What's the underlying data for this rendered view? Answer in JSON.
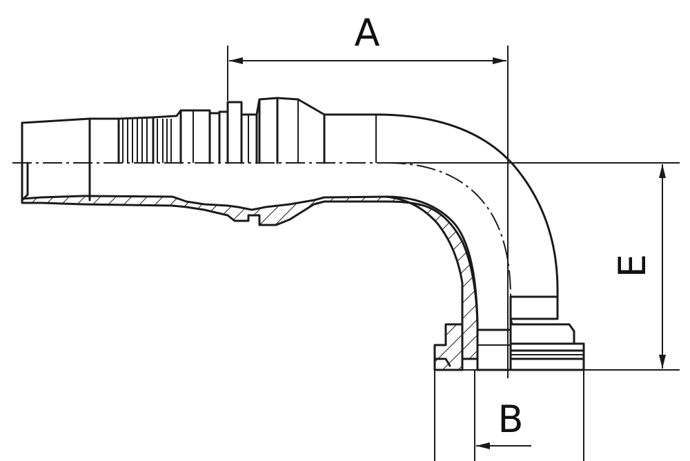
{
  "dimensions": {
    "a": {
      "label": "A"
    },
    "b": {
      "label": "B"
    },
    "e": {
      "label": "E"
    }
  },
  "colors": {
    "line": "#1a1a1a",
    "background": "#ffffff"
  }
}
